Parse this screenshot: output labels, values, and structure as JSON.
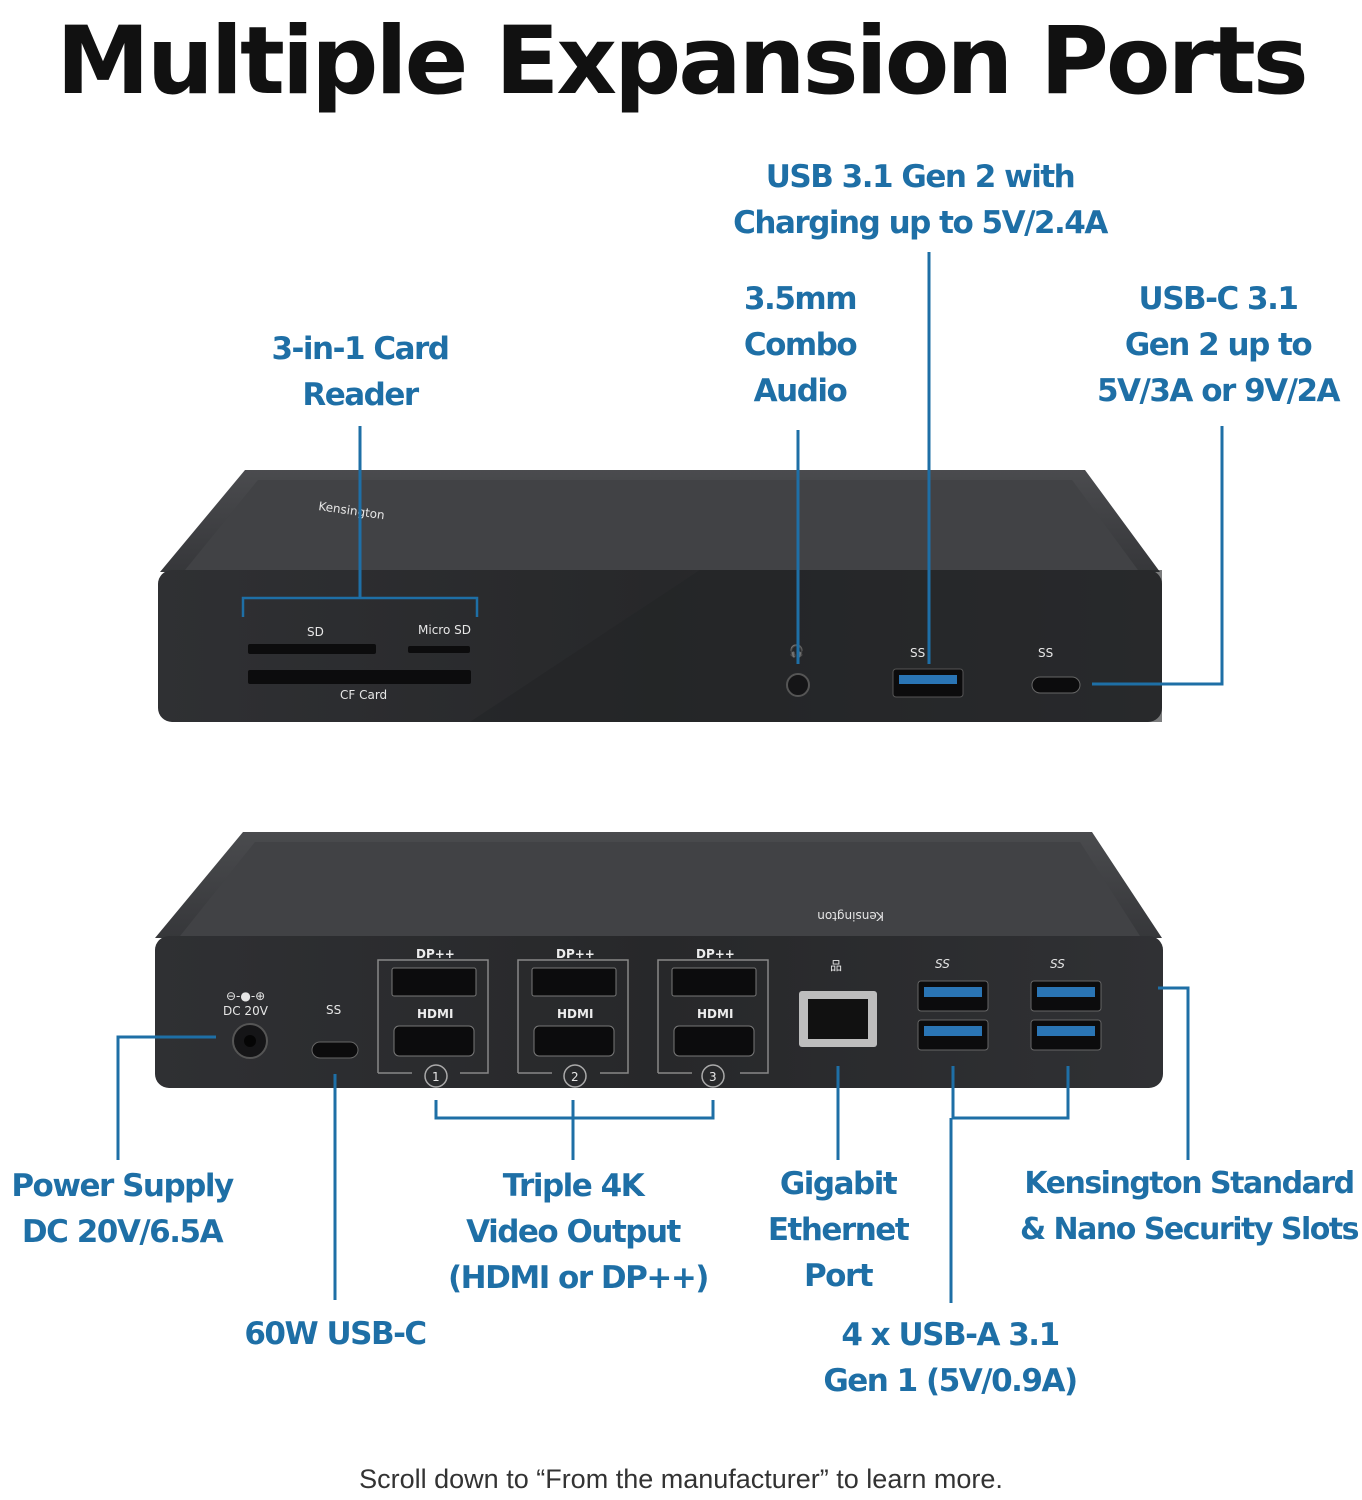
{
  "title": "Multiple Expansion Ports",
  "front_labels": {
    "card_reader": [
      "3-in-1 Card",
      "Reader"
    ],
    "audio": [
      "3.5mm",
      "Combo",
      "Audio"
    ],
    "usb_a": [
      "USB 3.1 Gen 2 with",
      "Charging up to 5V/2.4A"
    ],
    "usb_c": [
      "USB-C 3.1",
      "Gen 2 up to",
      "5V/3A or 9V/2A"
    ]
  },
  "rear_labels": {
    "power": [
      "Power Supply",
      "DC 20V/6.5A"
    ],
    "usb_c_60w": [
      "60W USB-C"
    ],
    "video": [
      "Triple 4K",
      "Video Output",
      "(HDMI or DP++)"
    ],
    "ethernet": [
      "Gigabit",
      "Ethernet",
      "Port"
    ],
    "security": [
      "Kensington Standard",
      "& Nano Security Slots"
    ],
    "usb_a_rear": [
      "4 x USB-A 3.1",
      "Gen 1 (5V/0.9A)"
    ]
  },
  "device_print": {
    "brand": "Kensington",
    "sd": "SD",
    "micro_sd": "Micro SD",
    "cf_card": "CF Card",
    "ss_logo": "SS",
    "dc": "DC 20V",
    "dp": "DP++",
    "hdmi": "HDMI",
    "port_numbers": [
      "1",
      "2",
      "3"
    ]
  },
  "footer": "Scroll down to “From the manufacturer” to learn more.",
  "colors": {
    "accent": "#1e6fa6",
    "device": "#2b2c2e"
  }
}
